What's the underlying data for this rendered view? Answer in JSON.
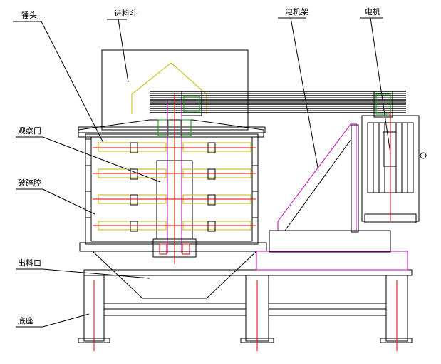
{
  "labels": {
    "hammer_head": "锤头",
    "hopper": "进料斗",
    "motor_frame": "电机架",
    "motor": "电机",
    "inspection_door": "观察门",
    "crushing_chamber": "破碎腔",
    "discharge_port": "出料口",
    "base": "底座"
  },
  "colors": {
    "line": "#000000",
    "center_line": "#e00000",
    "shaft": "#c000c0",
    "hammer": "#c8b400",
    "bearing": "#00a000"
  }
}
